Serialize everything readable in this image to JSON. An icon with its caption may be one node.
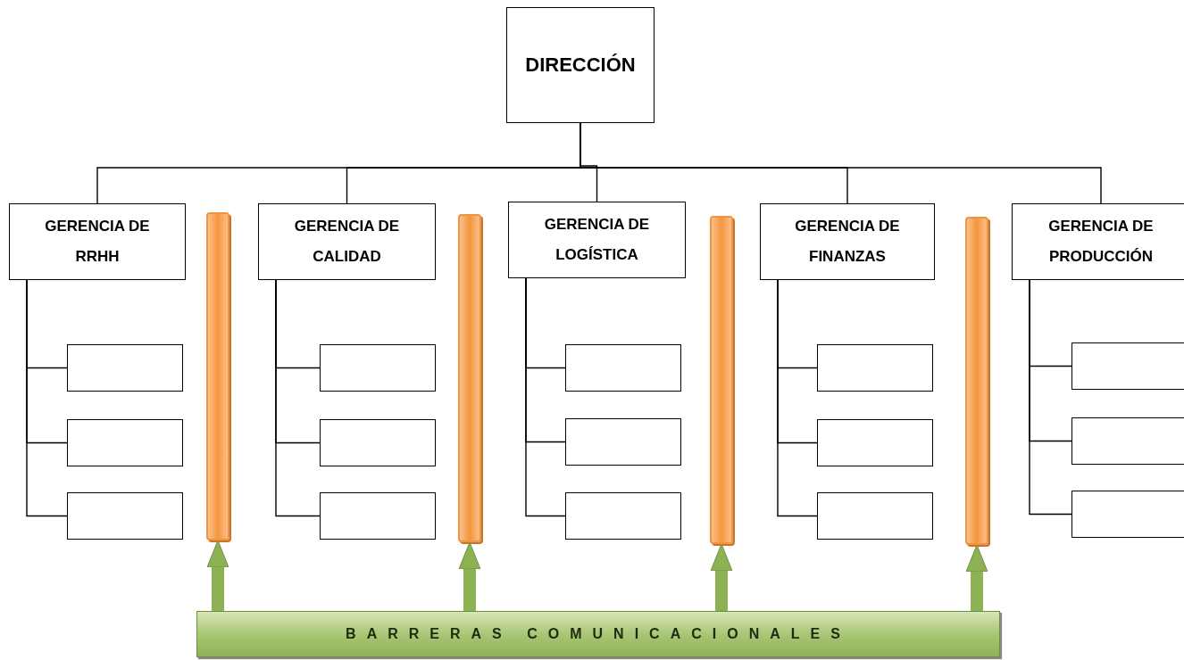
{
  "diagram": {
    "nodes": [
      {
        "text": [
          "DIRECCIÓN"
        ]
      },
      {
        "text": [
          "GERENCIA DE RRHH"
        ]
      },
      {
        "text": [
          "GERENCIA DE CALIDAD"
        ]
      },
      {
        "text": [
          "GERENCIA DE LOGÍSTICA"
        ]
      },
      {
        "text": [
          "GERENCIA DE FINANZAS"
        ]
      },
      {
        "text": [
          "GERENCIA DE PRODUCCIÓN"
        ]
      },
      {
        "text": [],
        "shape": "box"
      },
      {
        "text": [],
        "shape": "box"
      },
      {
        "text": [],
        "shape": "box"
      },
      {
        "text": [],
        "shape": "box"
      },
      {
        "text": [],
        "shape": "box"
      },
      {
        "text": [],
        "shape": "box"
      },
      {
        "text": [],
        "shape": "box"
      },
      {
        "text": [],
        "shape": "box"
      },
      {
        "text": [],
        "shape": "box"
      },
      {
        "text": [],
        "shape": "box"
      },
      {
        "text": [],
        "shape": "box"
      },
      {
        "text": [],
        "shape": "box"
      },
      {
        "text": [],
        "shape": "box"
      },
      {
        "text": [],
        "shape": "box"
      },
      {
        "text": [],
        "shape": "box"
      },
      {
        "text": [],
        "shape": "bar"
      },
      {
        "text": [],
        "shape": "bar"
      },
      {
        "text": [],
        "shape": "bar"
      },
      {
        "text": [],
        "shape": "bar"
      },
      {
        "text": [
          "BARRERAS COMUNICACIONALES"
        ]
      }
    ],
    "edges": [
      {
        "from": 0,
        "to": 1,
        "arrow": "none"
      },
      {
        "from": 0,
        "to": 2,
        "arrow": "none"
      },
      {
        "from": 0,
        "to": 3,
        "arrow": "none"
      },
      {
        "from": 0,
        "to": 4,
        "arrow": "none"
      },
      {
        "from": 0,
        "to": 5,
        "arrow": "none"
      },
      {
        "from": 1,
        "to": 6,
        "arrow": "none"
      },
      {
        "from": 1,
        "to": 7,
        "arrow": "none"
      },
      {
        "from": 1,
        "to": 8,
        "arrow": "none"
      },
      {
        "from": 2,
        "to": 9,
        "arrow": "none"
      },
      {
        "from": 2,
        "to": 10,
        "arrow": "none"
      },
      {
        "from": 2,
        "to": 11,
        "arrow": "none"
      },
      {
        "from": 3,
        "to": 12,
        "arrow": "none"
      },
      {
        "from": 3,
        "to": 13,
        "arrow": "none"
      },
      {
        "from": 3,
        "to": 14,
        "arrow": "none"
      },
      {
        "from": 4,
        "to": 15,
        "arrow": "none"
      },
      {
        "from": 4,
        "to": 16,
        "arrow": "none"
      },
      {
        "from": 4,
        "to": 17,
        "arrow": "none"
      },
      {
        "from": 5,
        "to": 18,
        "arrow": "none"
      },
      {
        "from": 5,
        "to": 19,
        "arrow": "none"
      },
      {
        "from": 5,
        "to": 20,
        "arrow": "none"
      },
      {
        "from": 25,
        "to": 21,
        "arrow": "to",
        "style": "thick",
        "color": "#8db254"
      },
      {
        "from": 25,
        "to": 22,
        "arrow": "to",
        "style": "thick",
        "color": "#8db254"
      },
      {
        "from": 25,
        "to": 23,
        "arrow": "to",
        "style": "thick",
        "color": "#8db254"
      },
      {
        "from": 25,
        "to": 24,
        "arrow": "to",
        "style": "thick",
        "color": "#8db254"
      }
    ]
  }
}
